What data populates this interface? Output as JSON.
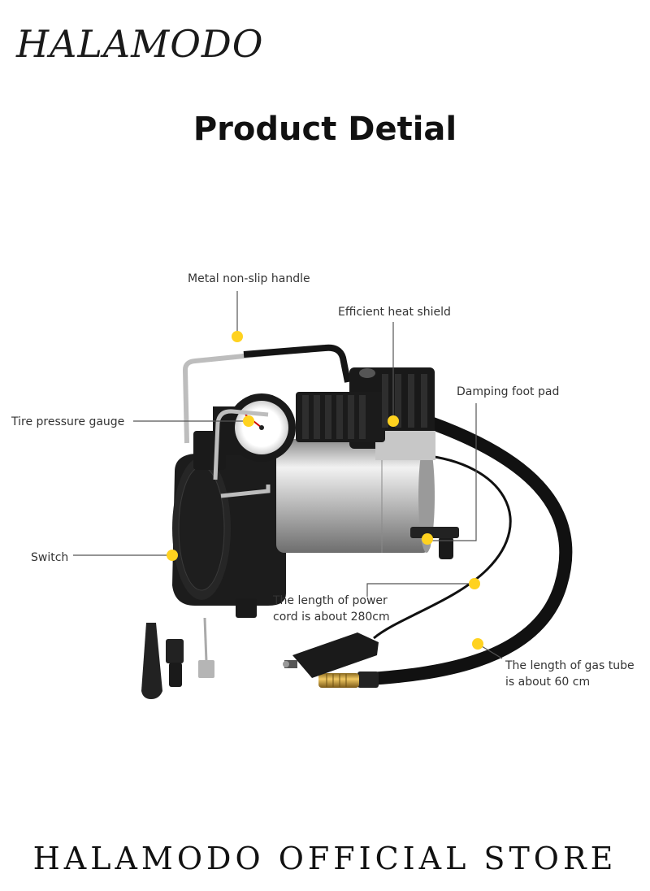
{
  "brand": {
    "logo_text": "HALAMODO"
  },
  "page_title": "Product Detial",
  "callouts": {
    "handle": "Metal non-slip handle",
    "heat_shield": "Efficient heat shield",
    "damping": "Damping foot pad",
    "gauge": "Tire pressure gauge",
    "switch": "Switch",
    "power_cord": [
      "The length of power",
      "cord is about 280cm"
    ],
    "gas_tube": [
      "The length of gas tube",
      "is about 60 cm"
    ]
  },
  "footer": "HALAMODO  OFFICIAL  STORE",
  "colors": {
    "marker_dot": "#ffd21f",
    "leader_line": "#555555",
    "compressor_black": "#1c1c1c",
    "cylinder_silver": "#c9c9c9",
    "brass_nozzle": "#c99a3a"
  }
}
